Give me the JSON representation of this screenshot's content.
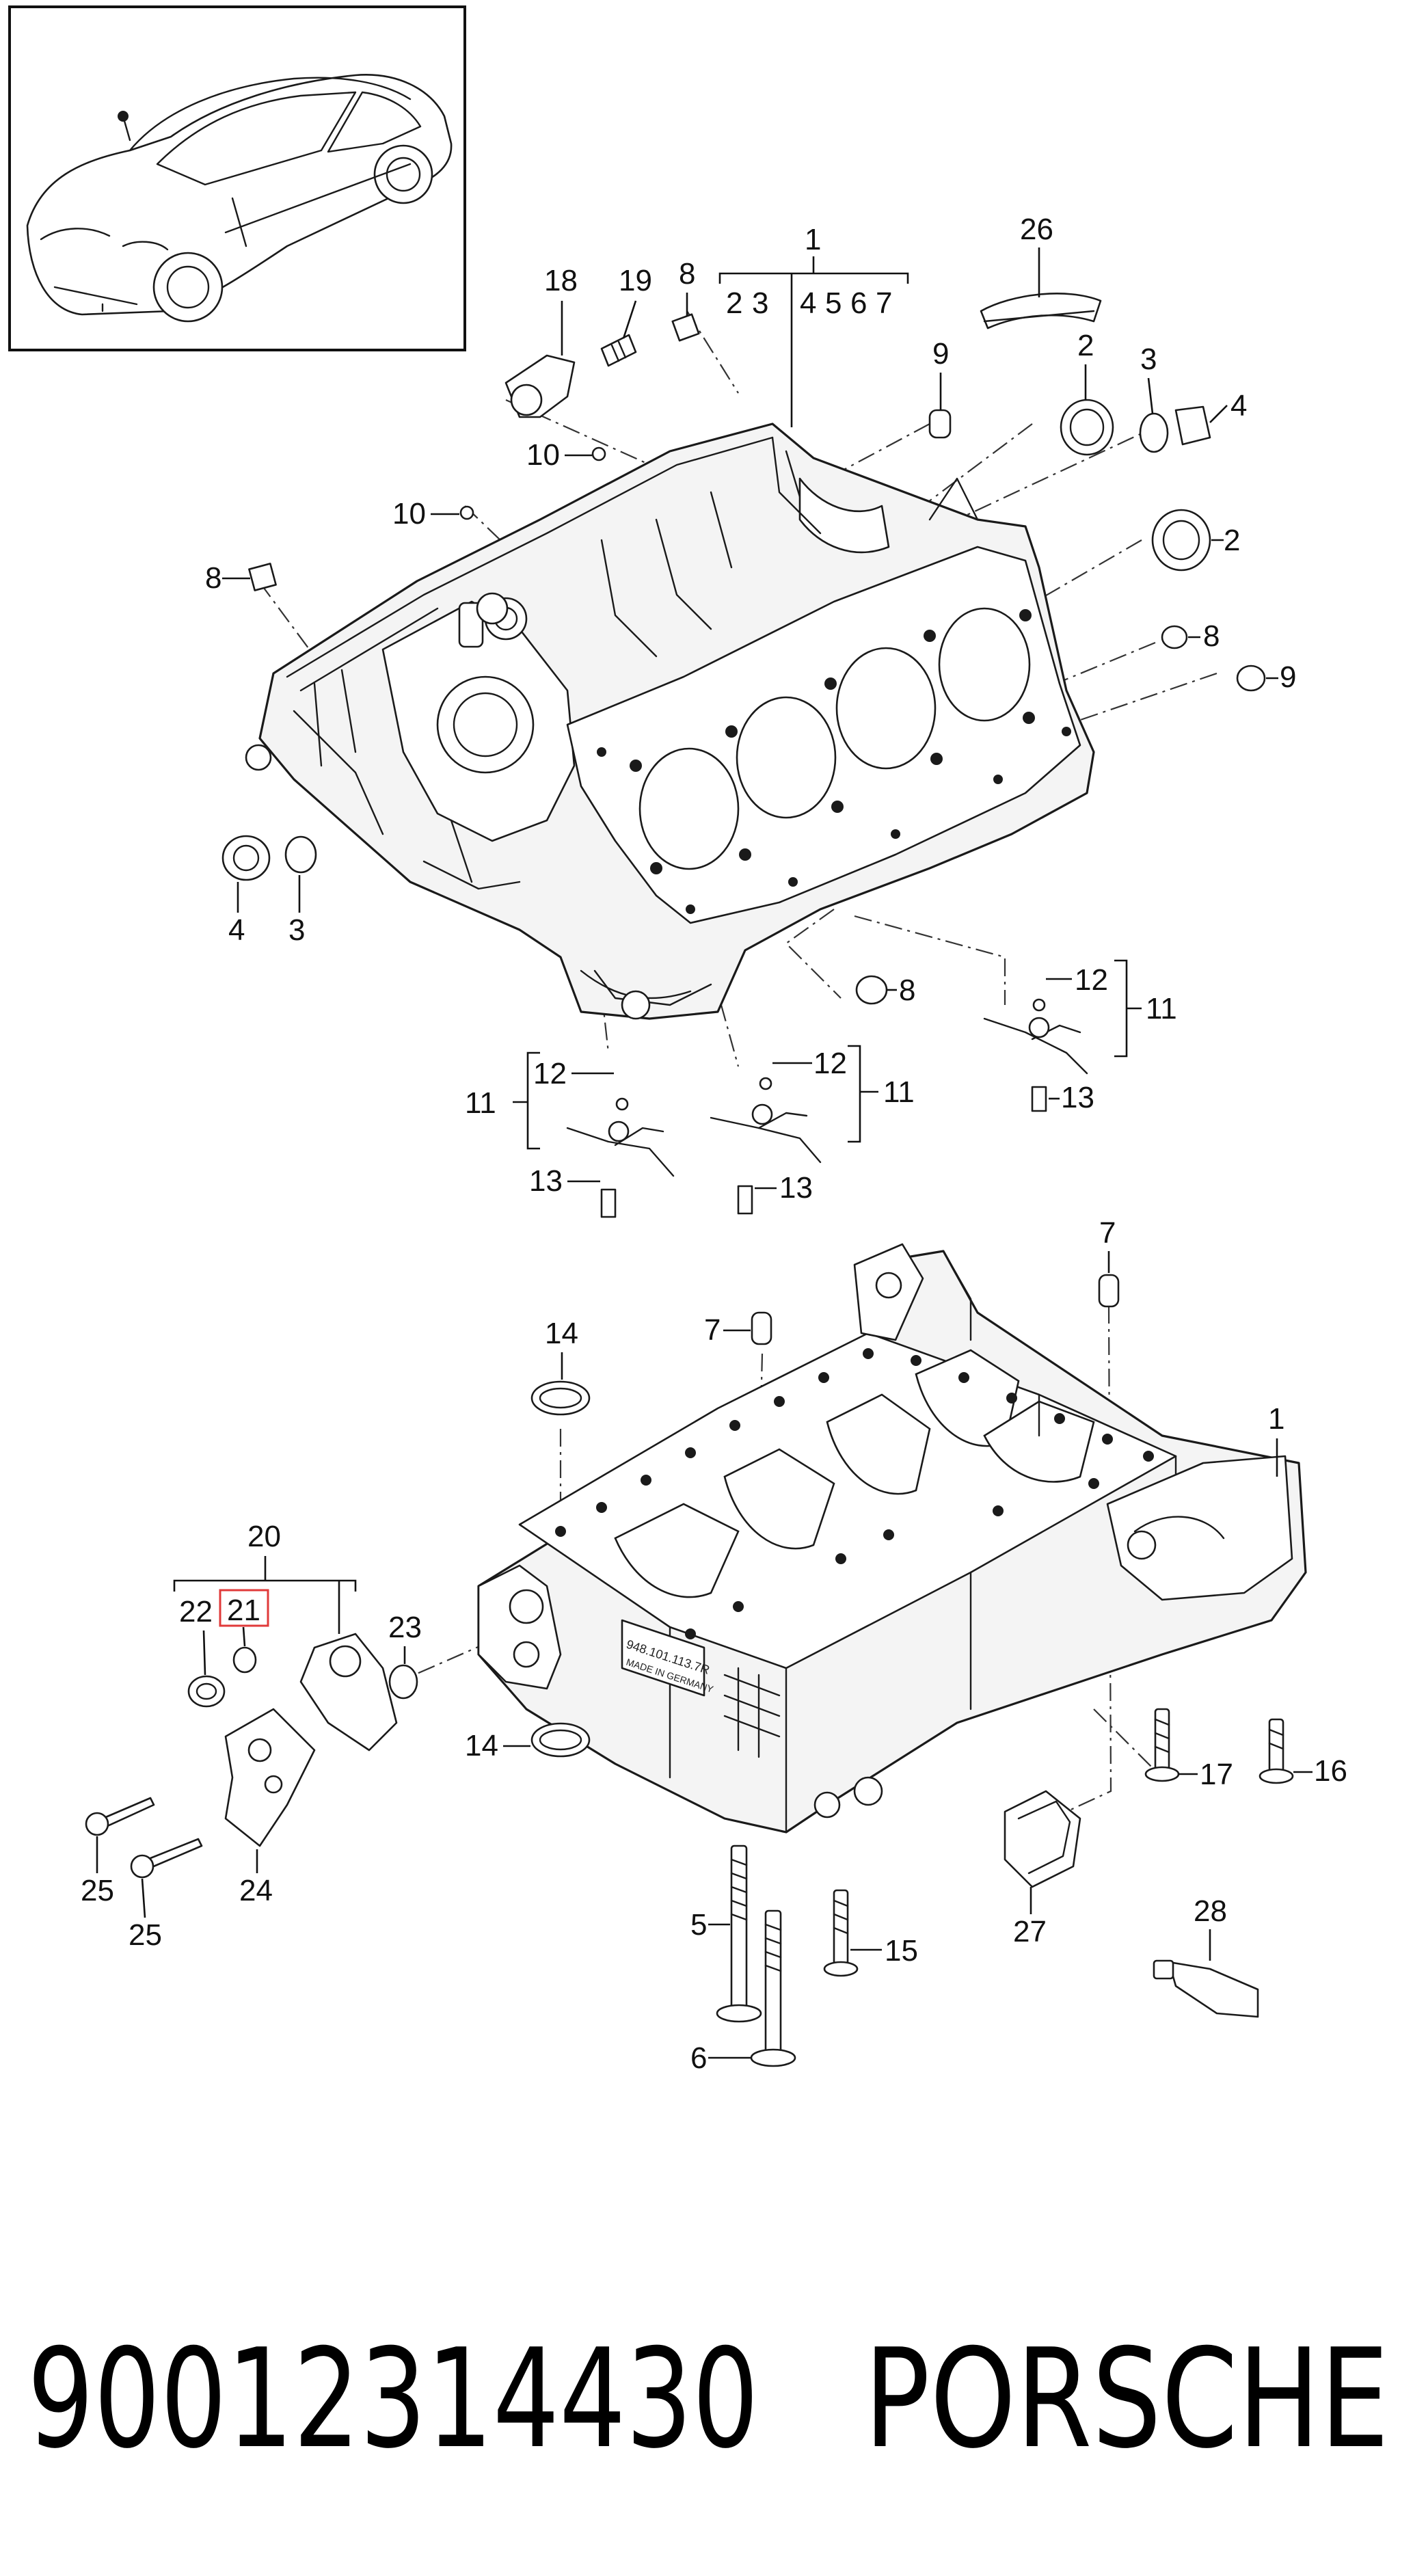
{
  "diagram": {
    "part_number": "90012314430",
    "brand": "PORSCHE",
    "group_label_top": "1",
    "group_sub_labels": [
      "2",
      "3",
      "4",
      "5",
      "6",
      "7"
    ],
    "callouts_upper": [
      {
        "id": "18",
        "label": "18"
      },
      {
        "id": "19",
        "label": "19"
      },
      {
        "id": "8a",
        "label": "8"
      },
      {
        "id": "26",
        "label": "26"
      },
      {
        "id": "9a",
        "label": "9"
      },
      {
        "id": "2a",
        "label": "2"
      },
      {
        "id": "3a",
        "label": "3"
      },
      {
        "id": "4a",
        "label": "4"
      },
      {
        "id": "10a",
        "label": "10"
      },
      {
        "id": "10b",
        "label": "10"
      },
      {
        "id": "8b",
        "label": "8"
      },
      {
        "id": "2b",
        "label": "2"
      },
      {
        "id": "8c",
        "label": "8"
      },
      {
        "id": "9b",
        "label": "9"
      },
      {
        "id": "4b",
        "label": "4"
      },
      {
        "id": "3b",
        "label": "3"
      },
      {
        "id": "8d",
        "label": "8"
      },
      {
        "id": "12a",
        "label": "12"
      },
      {
        "id": "11a",
        "label": "11"
      },
      {
        "id": "13a",
        "label": "13"
      },
      {
        "id": "12b",
        "label": "12"
      },
      {
        "id": "11b",
        "label": "11"
      },
      {
        "id": "13b",
        "label": "13"
      },
      {
        "id": "12c",
        "label": "12"
      },
      {
        "id": "11c",
        "label": "11"
      },
      {
        "id": "13c",
        "label": "13"
      }
    ],
    "callouts_lower": [
      {
        "id": "7a",
        "label": "7"
      },
      {
        "id": "7b",
        "label": "7"
      },
      {
        "id": "14a",
        "label": "14"
      },
      {
        "id": "1b",
        "label": "1"
      },
      {
        "id": "20",
        "label": "20"
      },
      {
        "id": "22",
        "label": "22"
      },
      {
        "id": "21",
        "label": "21"
      },
      {
        "id": "23",
        "label": "23"
      },
      {
        "id": "14b",
        "label": "14"
      },
      {
        "id": "17",
        "label": "17"
      },
      {
        "id": "16",
        "label": "16"
      },
      {
        "id": "25a",
        "label": "25"
      },
      {
        "id": "24",
        "label": "24"
      },
      {
        "id": "25b",
        "label": "25"
      },
      {
        "id": "5",
        "label": "5"
      },
      {
        "id": "15",
        "label": "15"
      },
      {
        "id": "27",
        "label": "27"
      },
      {
        "id": "28",
        "label": "28"
      },
      {
        "id": "6",
        "label": "6"
      }
    ],
    "casting_marks": [
      "948.101.113.7R",
      "MADE IN GERMANY"
    ]
  }
}
